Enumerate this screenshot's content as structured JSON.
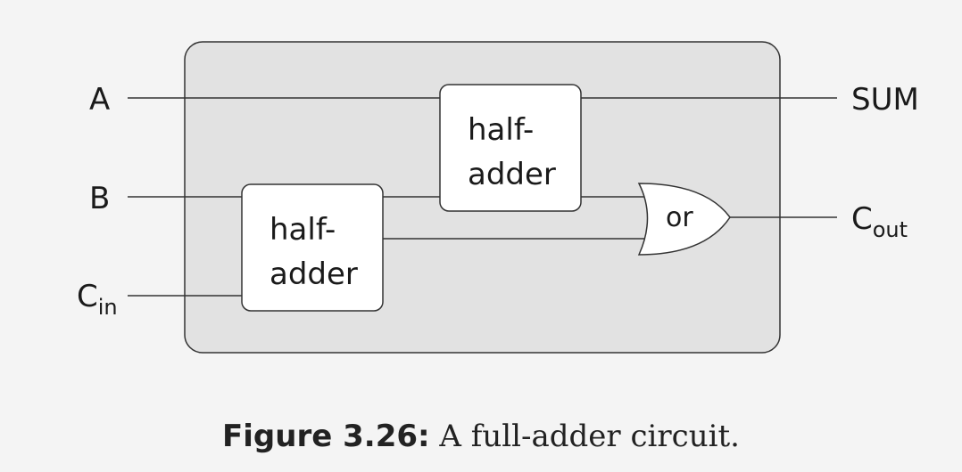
{
  "inputs": {
    "a": "A",
    "b": "B",
    "cin_main": "C",
    "cin_sub": "in"
  },
  "outputs": {
    "sum": "SUM",
    "cout_main": "C",
    "cout_sub": "out"
  },
  "blocks": {
    "half_adder_1": [
      "half-",
      "adder"
    ],
    "half_adder_2": [
      "half-",
      "adder"
    ],
    "or_gate": "or"
  },
  "caption": {
    "label": "Figure 3.26:",
    "text": " A full-adder circuit."
  },
  "colors": {
    "container_fill": "#e2e2e2",
    "stroke": "#333333",
    "box_fill": "#ffffff"
  }
}
